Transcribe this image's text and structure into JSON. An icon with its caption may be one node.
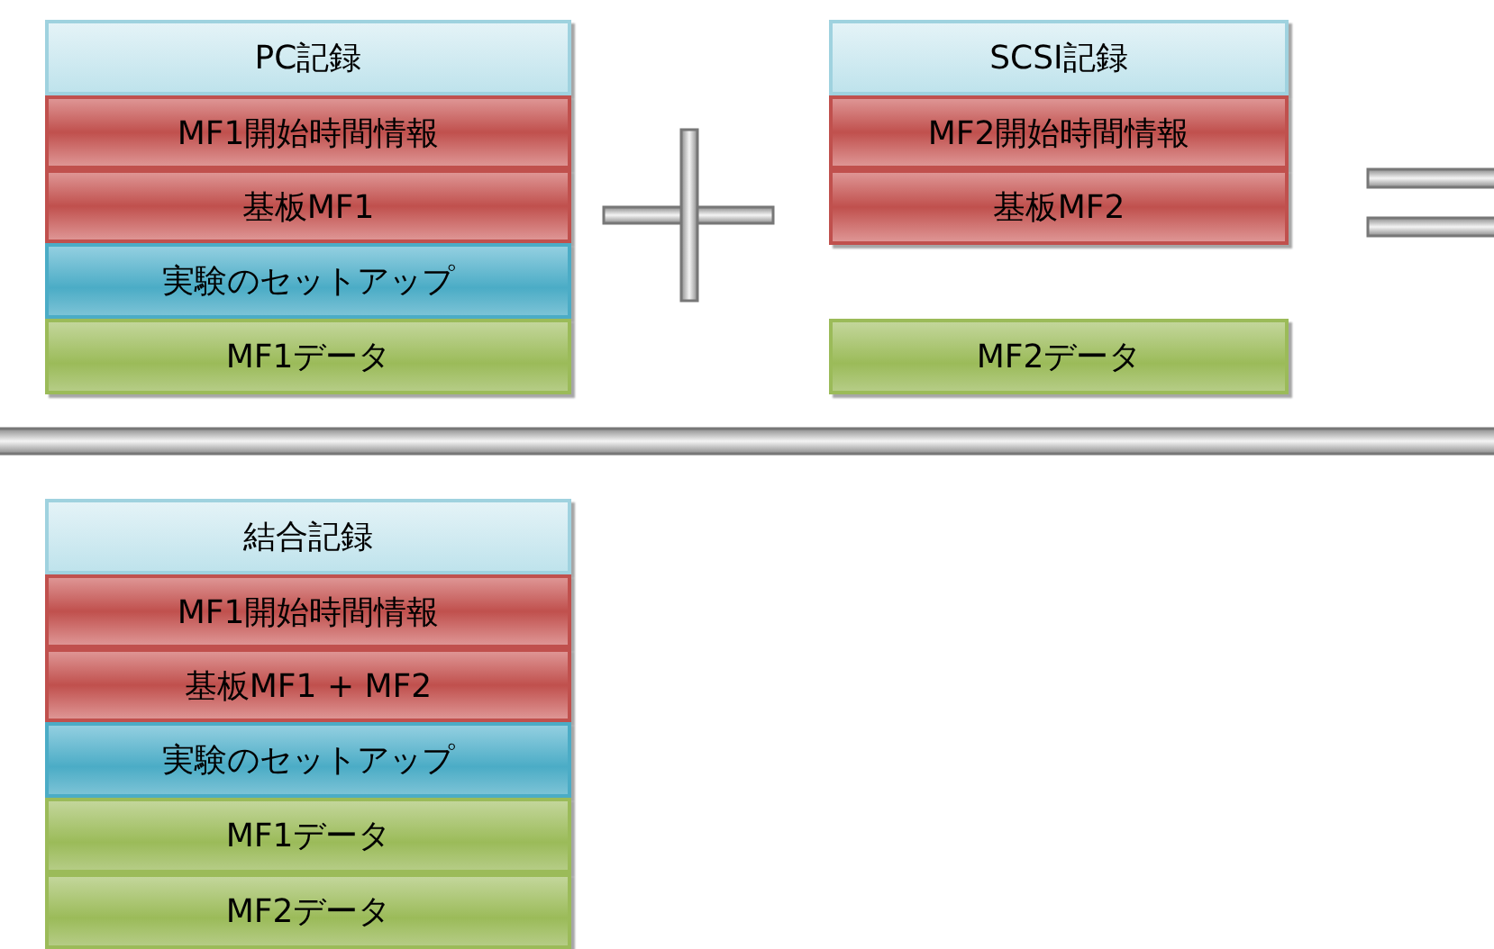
{
  "diagram": {
    "nodes": [
      {
        "text": [
          "PC記録"
        ]
      },
      {
        "text": [
          "MF1開始時間情報"
        ]
      },
      {
        "text": [
          "基板MF1"
        ]
      },
      {
        "text": [
          "実験のセットアップ"
        ]
      },
      {
        "text": [
          "MF1データ"
        ]
      },
      {
        "text": [
          "SCSI記録"
        ]
      },
      {
        "text": [
          "MF2開始時間情報"
        ]
      },
      {
        "text": [
          "基板MF2"
        ]
      },
      {
        "text": [
          "MF2データ"
        ]
      },
      {
        "text": [
          "結合記録"
        ]
      },
      {
        "text": [
          "MF1開始時間情報"
        ]
      },
      {
        "text": [
          "基板MF1 + MF2"
        ]
      },
      {
        "text": [
          "実験のセットアップ"
        ]
      },
      {
        "text": [
          "MF1データ"
        ]
      },
      {
        "text": [
          "MF2データ"
        ]
      }
    ]
  }
}
